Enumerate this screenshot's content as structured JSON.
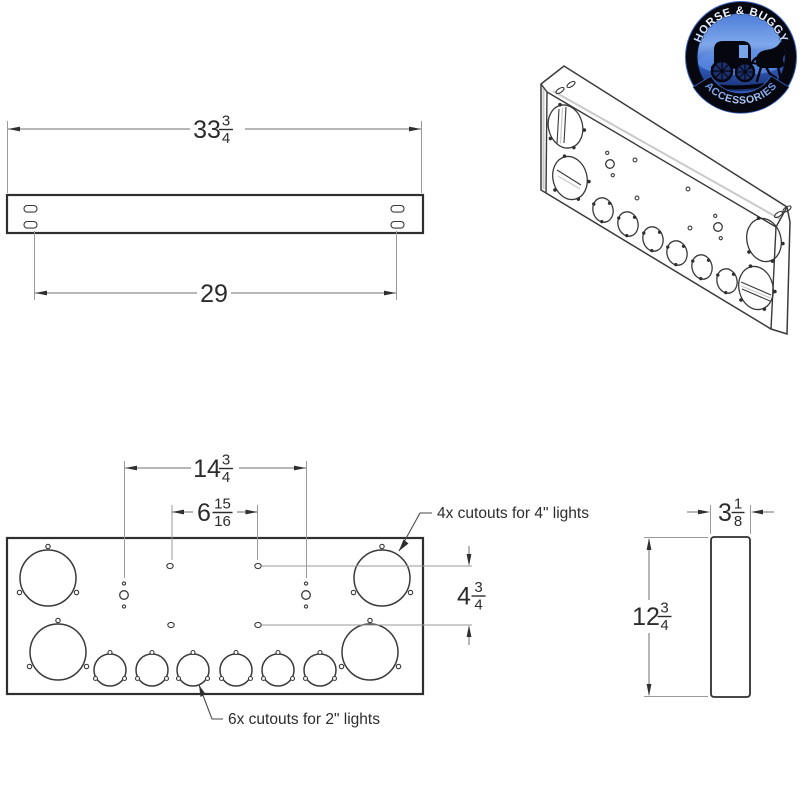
{
  "page": {
    "background": "#ffffff"
  },
  "logo": {
    "top_text": "HORSE & BUGGY",
    "bottom_text": "ACCESSORIES",
    "colors": {
      "ring": "#06070f",
      "rim_blue": "#3a66c8",
      "disc_light": "#7fa8ec",
      "disc_mid": "#3059b8",
      "disc_dark": "#0d1c4e",
      "letter_light": "#f2f7ff",
      "letter_dark": "#2f5ec8",
      "silhouette": "#05060e",
      "window_blue": "#7ba3e8"
    }
  },
  "front_view": {
    "dim_overall": {
      "whole": "33",
      "num": "3",
      "den": "4"
    },
    "dim_slots": {
      "whole": "29"
    }
  },
  "detail_view": {
    "dim_top": {
      "whole": "14",
      "num": "3",
      "den": "4"
    },
    "dim_mid": {
      "whole": "6",
      "num": "15",
      "den": "16"
    },
    "dim_right": {
      "whole": "4",
      "num": "3",
      "den": "4"
    },
    "callout_4in": "4x cutouts for 4\" lights",
    "callout_2in": "6x cutouts for 2\" lights"
  },
  "side_view": {
    "dim_width": {
      "whole": "3",
      "num": "1",
      "den": "8"
    },
    "dim_height": {
      "whole": "12",
      "num": "3",
      "den": "4"
    }
  },
  "drawing": {
    "part_line_color": "#2f2f2f",
    "dim_line_color": "#6f6f6f",
    "text_color": "#2c2c2c"
  }
}
